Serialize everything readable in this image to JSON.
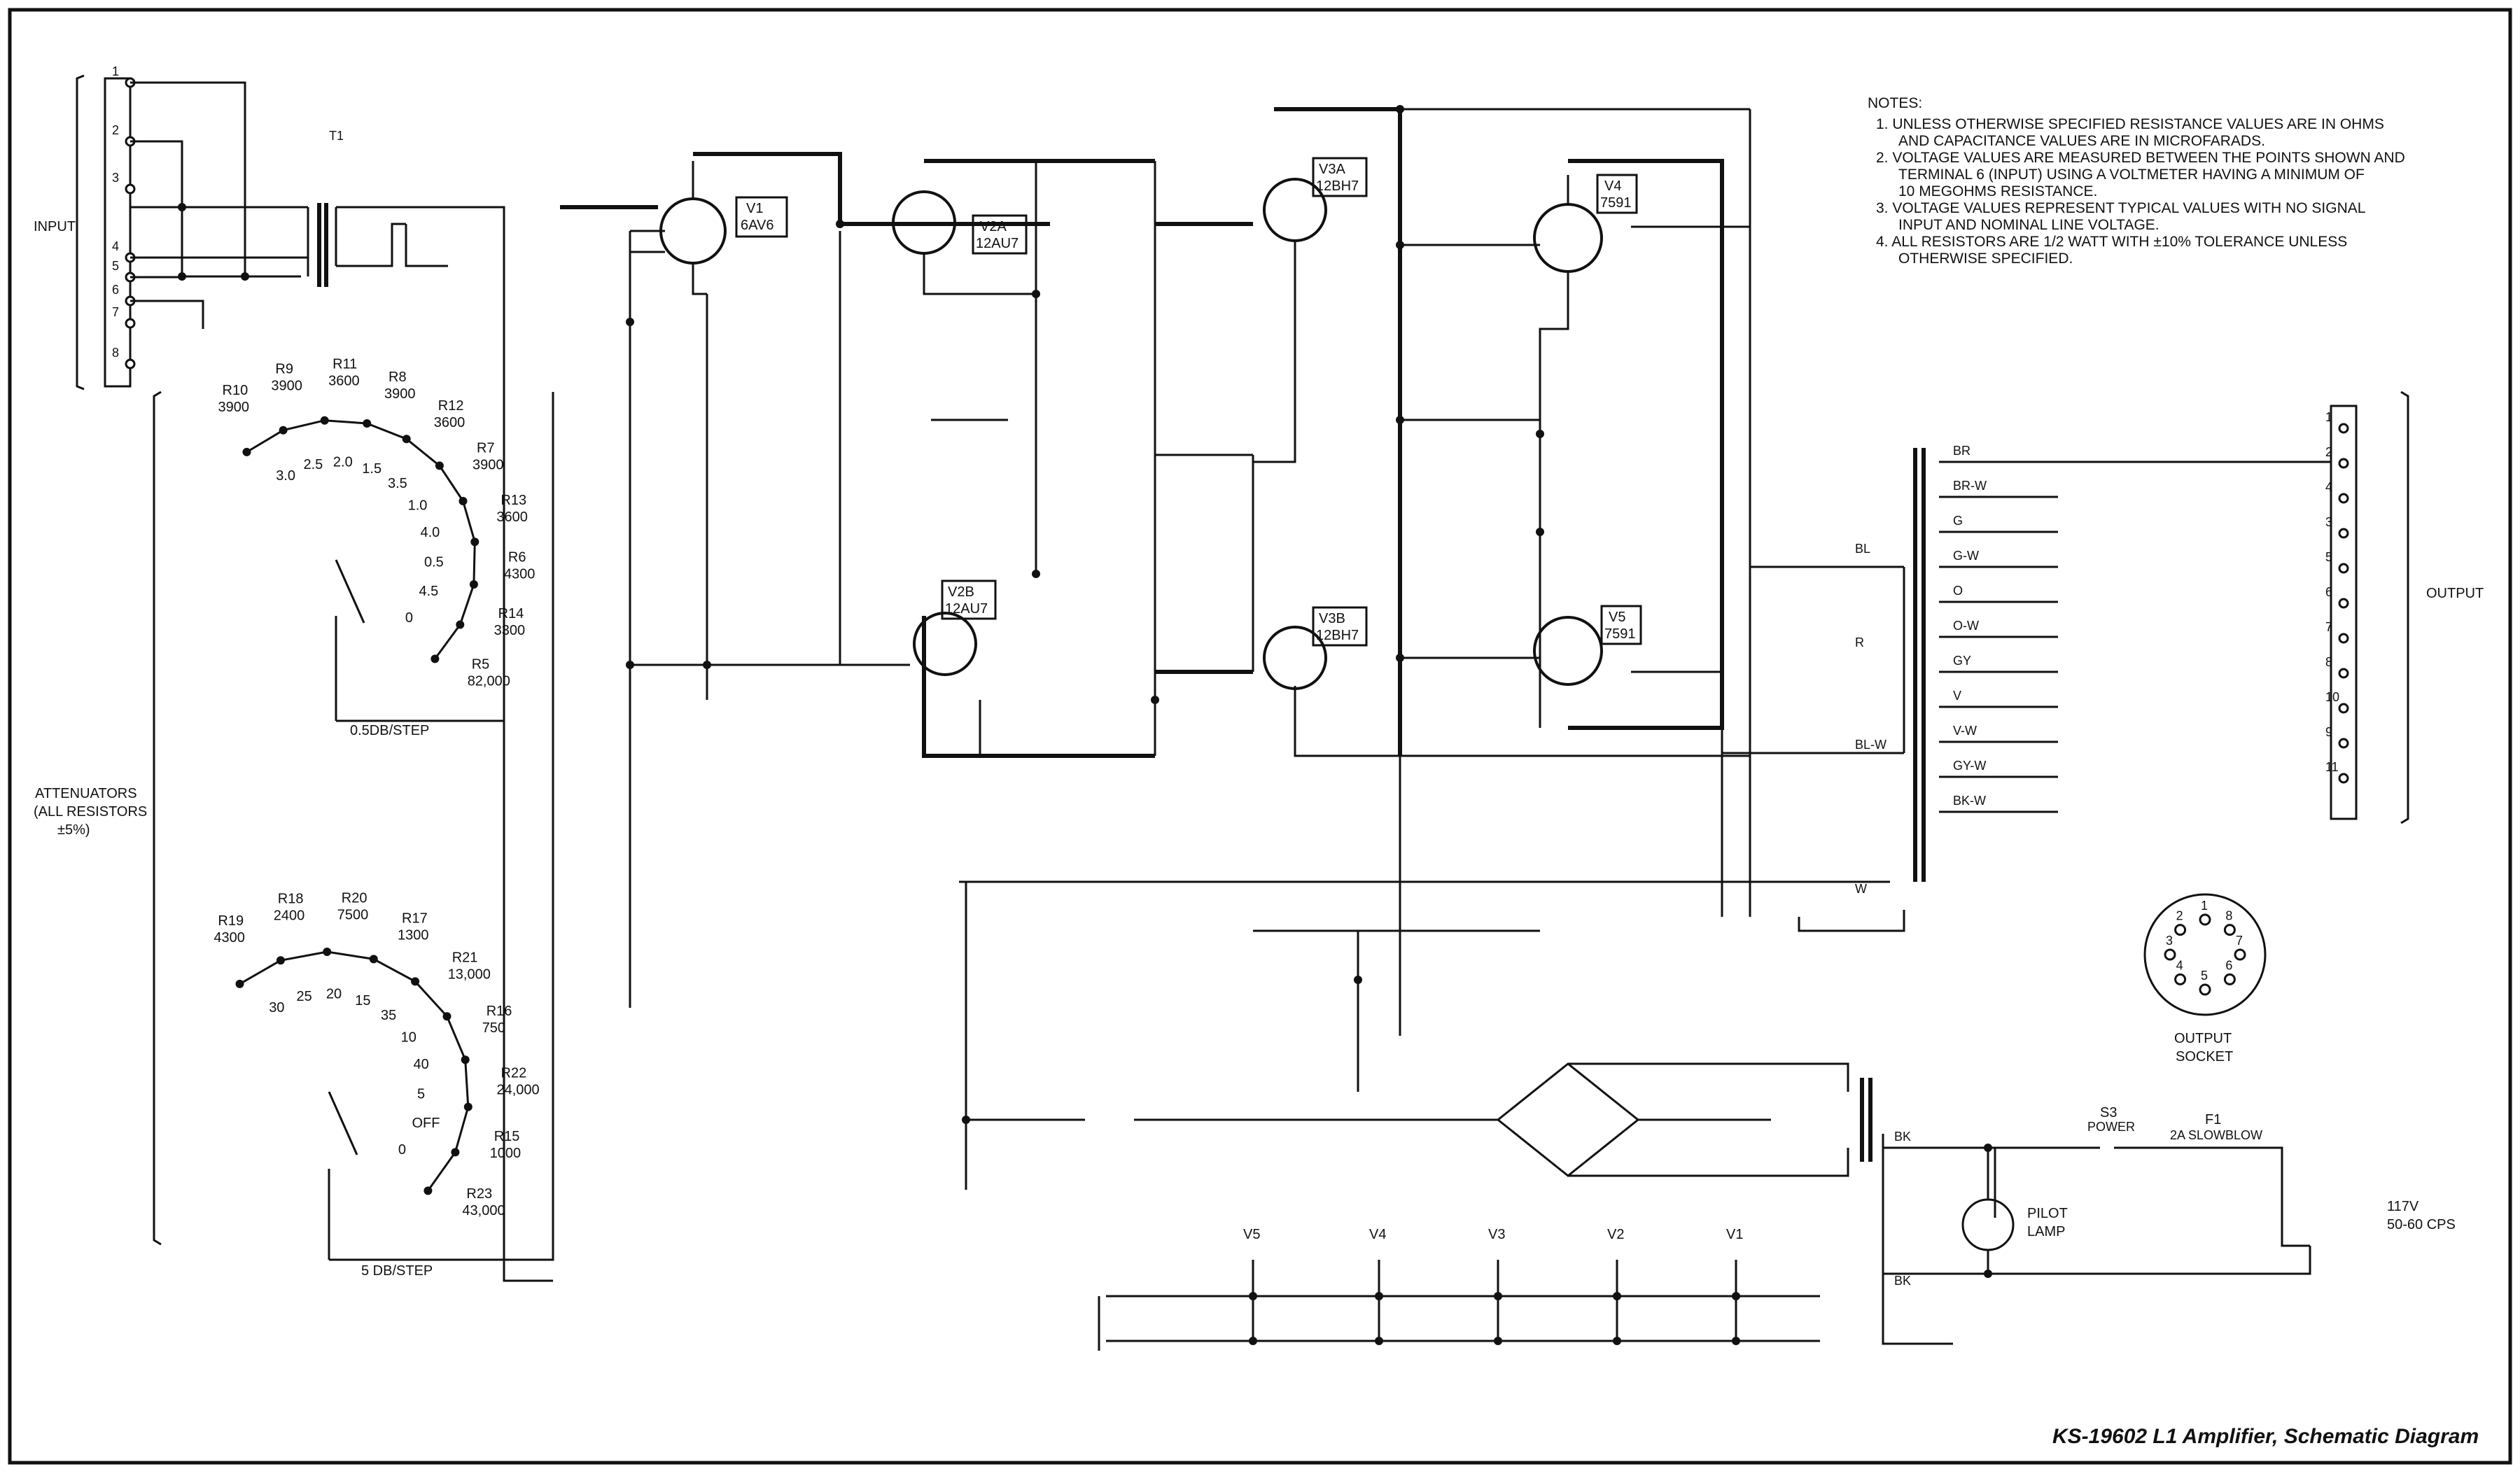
{
  "title": "KS-19602 L1 Amplifier, Schematic Diagram",
  "notes": {
    "heading": "NOTES:",
    "items": [
      "1. UNLESS OTHERWISE SPECIFIED RESISTANCE VALUES ARE IN OHMS",
      "AND CAPACITANCE VALUES ARE IN MICROFARADS.",
      "2. VOLTAGE VALUES ARE MEASURED BETWEEN THE POINTS SHOWN AND",
      "TERMINAL 6 (INPUT) USING A VOLTMETER HAVING A MINIMUM OF",
      "10 MEGOHMS RESISTANCE.",
      "3. VOLTAGE VALUES REPRESENT TYPICAL VALUES WITH NO SIGNAL",
      "INPUT AND NOMINAL LINE VOLTAGE.",
      "4. ALL RESISTORS ARE 1/2 WATT WITH ±10% TOLERANCE UNLESS",
      "OTHERWISE SPECIFIED."
    ]
  },
  "sections": {
    "input": "INPUT",
    "output": "OUTPUT",
    "attenuators": [
      "ATTENUATORS",
      "(ALL RESISTORS",
      "±5%)"
    ],
    "step1": "0.5DB/STEP",
    "step2": "5 DB/STEP",
    "output_socket": [
      "OUTPUT",
      "SOCKET"
    ]
  },
  "input_terminals": [
    "1",
    "2",
    "3",
    "4",
    "5",
    "6",
    "7",
    "8"
  ],
  "output_terminals": [
    "1",
    "2",
    "4",
    "3",
    "5",
    "6",
    "7",
    "8",
    "10",
    "9",
    "11"
  ],
  "t2_leads": [
    "BR",
    "BR-W",
    "G",
    "G-W",
    "O",
    "O-W",
    "GY",
    "V",
    "V-W",
    "GY-W",
    "BK-W",
    "BL",
    "R",
    "BL-W",
    "W"
  ],
  "tubes": {
    "v1": [
      "V1",
      "6AV6"
    ],
    "v2a": [
      "V2A",
      "12AU7"
    ],
    "v2b": [
      "V2B",
      "12AU7"
    ],
    "v3a": [
      "V3A",
      "12BH7"
    ],
    "v3b": [
      "V3B",
      "12BH7"
    ],
    "v4": [
      "V4",
      "7591"
    ],
    "v5": [
      "V5",
      "7591"
    ]
  },
  "atten1": [
    {
      "name": "R10",
      "value": "3900"
    },
    {
      "name": "R9",
      "value": "3900"
    },
    {
      "name": "R11",
      "value": "3600"
    },
    {
      "name": "R8",
      "value": "3900"
    },
    {
      "name": "R12",
      "value": "3600"
    },
    {
      "name": "R7",
      "value": "3900"
    },
    {
      "name": "R13",
      "value": "3600"
    },
    {
      "name": "R6",
      "value": "4300"
    },
    {
      "name": "R14",
      "value": "3300"
    },
    {
      "name": "R5",
      "value": "82,000"
    }
  ],
  "atten1_steps": [
    "3.0",
    "2.5",
    "2.0",
    "1.5",
    "3.5",
    "1.0",
    "4.0",
    "0.5",
    "4.5",
    "0"
  ],
  "atten2": [
    {
      "name": "R19",
      "value": "4300"
    },
    {
      "name": "R18",
      "value": "2400"
    },
    {
      "name": "R20",
      "value": "7500"
    },
    {
      "name": "R17",
      "value": "1300"
    },
    {
      "name": "R21",
      "value": "13,000"
    },
    {
      "name": "R16",
      "value": "750"
    },
    {
      "name": "R22",
      "value": "24,000"
    },
    {
      "name": "R15",
      "value": "1000"
    },
    {
      "name": "R23",
      "value": "43,000"
    }
  ],
  "atten2_steps": [
    "30",
    "25",
    "20",
    "15",
    "35",
    "10",
    "40",
    "5",
    "OFF",
    "0"
  ],
  "power": {
    "s3": [
      "S3",
      "POWER"
    ],
    "f1": [
      "F1",
      "2A SLOWBLOW"
    ],
    "line": [
      "117V",
      "50-60 CPS"
    ],
    "pilot": [
      "PILOT",
      "LAMP"
    ],
    "bk": "BK"
  },
  "heaters": [
    "V5",
    "V4",
    "V3",
    "V2",
    "V1"
  ]
}
